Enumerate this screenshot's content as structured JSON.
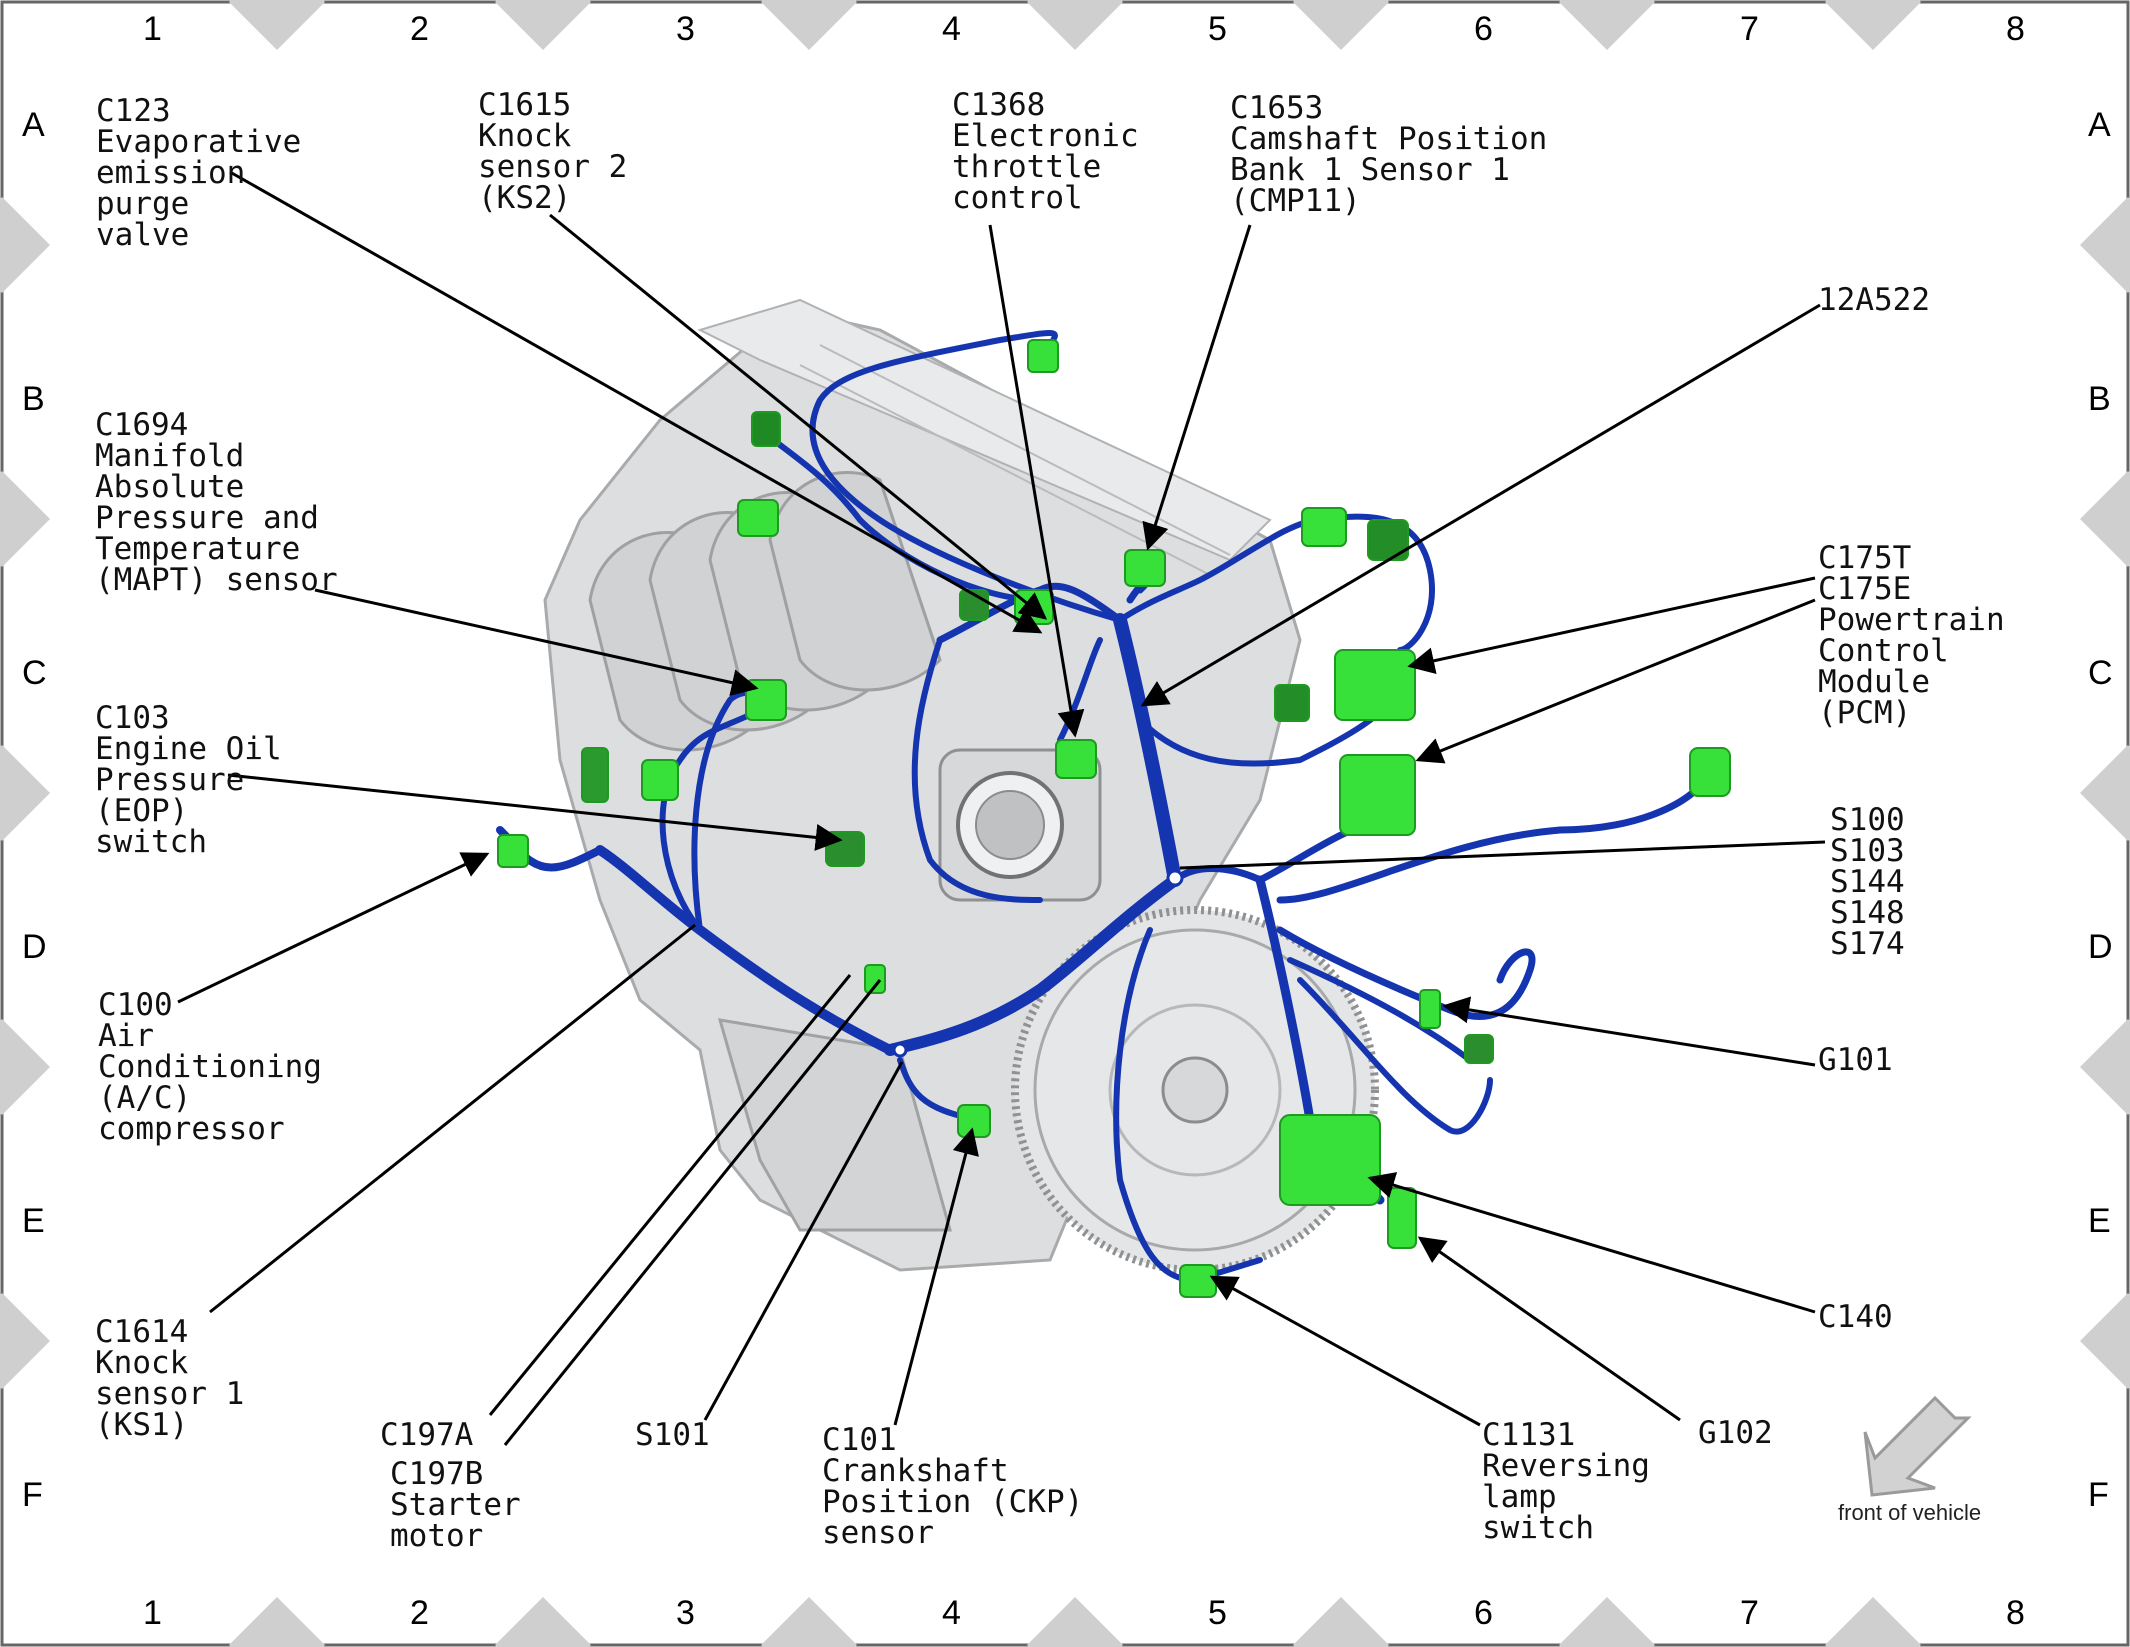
{
  "grid": {
    "columns": [
      "1",
      "2",
      "3",
      "4",
      "5",
      "6",
      "7",
      "8"
    ],
    "rows": [
      "A",
      "B",
      "C",
      "D",
      "E",
      "F"
    ]
  },
  "labels": {
    "c123": [
      "C123",
      "Evaporative",
      "emission",
      "purge",
      "valve"
    ],
    "c1615": [
      "C1615",
      "Knock",
      "sensor 2",
      "(KS2)"
    ],
    "c1368": [
      "C1368",
      "Electronic",
      "throttle",
      "control"
    ],
    "c1653": [
      "C1653",
      "Camshaft Position",
      "Bank 1 Sensor 1",
      "(CMP11)"
    ],
    "a12a522": [
      "12A522"
    ],
    "c1694": [
      "C1694",
      "Manifold",
      "Absolute",
      "Pressure and",
      "Temperature",
      "(MAPT) sensor"
    ],
    "c175": [
      "C175T",
      "C175E",
      "Powertrain",
      "Control",
      "Module",
      "(PCM)"
    ],
    "c103": [
      "C103",
      "Engine Oil",
      "Pressure",
      "(EOP)",
      "switch"
    ],
    "splices": [
      "S100",
      "S103",
      "S144",
      "S148",
      "S174"
    ],
    "c100": [
      "C100",
      "Air",
      "Conditioning",
      "(A/C)",
      "compressor"
    ],
    "g101": [
      "G101"
    ],
    "c140": [
      "C140"
    ],
    "c1614": [
      "C1614",
      "Knock",
      "sensor 1",
      "(KS1)"
    ],
    "c197a": [
      "C197A"
    ],
    "c197b": [
      "C197B",
      "Starter",
      "motor"
    ],
    "s101": [
      "S101"
    ],
    "c101": [
      "C101",
      "Crankshaft",
      "Position (CKP)",
      "sensor"
    ],
    "c1131": [
      "C1131",
      "Reversing",
      "lamp",
      "switch"
    ],
    "g102": [
      "G102"
    ]
  },
  "front_of_vehicle": "front of vehicle",
  "colors": {
    "harness": "#1535b0",
    "connector": "#38e03a",
    "engine": "#d9dbdd",
    "border_diamond": "#c8c8c8"
  }
}
